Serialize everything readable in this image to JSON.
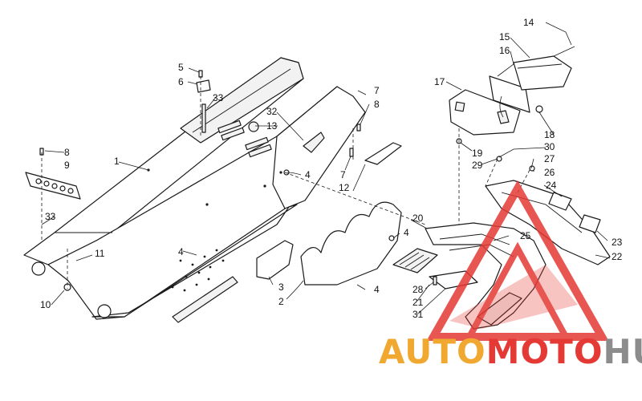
{
  "diagram": {
    "callouts": [
      {
        "id": "c1",
        "text": "1"
      },
      {
        "id": "c2",
        "text": "2"
      },
      {
        "id": "c3",
        "text": "3"
      },
      {
        "id": "c4a",
        "text": "4"
      },
      {
        "id": "c4b",
        "text": "4"
      },
      {
        "id": "c4c",
        "text": "4"
      },
      {
        "id": "c4d",
        "text": "4"
      },
      {
        "id": "c5",
        "text": "5"
      },
      {
        "id": "c6",
        "text": "6"
      },
      {
        "id": "c7a",
        "text": "7"
      },
      {
        "id": "c7b",
        "text": "7"
      },
      {
        "id": "c8a",
        "text": "8"
      },
      {
        "id": "c8b",
        "text": "8"
      },
      {
        "id": "c9",
        "text": "9"
      },
      {
        "id": "c10",
        "text": "10"
      },
      {
        "id": "c11",
        "text": "11"
      },
      {
        "id": "c12",
        "text": "12"
      },
      {
        "id": "c13",
        "text": "13"
      },
      {
        "id": "c14",
        "text": "14"
      },
      {
        "id": "c15",
        "text": "15"
      },
      {
        "id": "c16",
        "text": "16"
      },
      {
        "id": "c17",
        "text": "17"
      },
      {
        "id": "c18",
        "text": "18"
      },
      {
        "id": "c19",
        "text": "19"
      },
      {
        "id": "c20",
        "text": "20"
      },
      {
        "id": "c21",
        "text": "21"
      },
      {
        "id": "c22",
        "text": "22"
      },
      {
        "id": "c23",
        "text": "23"
      },
      {
        "id": "c24",
        "text": "24"
      },
      {
        "id": "c25",
        "text": "25"
      },
      {
        "id": "c26",
        "text": "26"
      },
      {
        "id": "c27",
        "text": "27"
      },
      {
        "id": "c28",
        "text": "28"
      },
      {
        "id": "c29",
        "text": "29"
      },
      {
        "id": "c30",
        "text": "30"
      },
      {
        "id": "c31",
        "text": "31"
      },
      {
        "id": "c32",
        "text": "32"
      },
      {
        "id": "c33a",
        "text": "33"
      },
      {
        "id": "c33b",
        "text": "33"
      }
    ]
  },
  "watermark": {
    "part1": "AUTO",
    "part2": "MOTO",
    "part3": "HUB",
    "colors": {
      "auto": "#f0a830",
      "moto": "#e53935",
      "hub": "#8c8c8c",
      "triangle": "#e53935"
    }
  }
}
